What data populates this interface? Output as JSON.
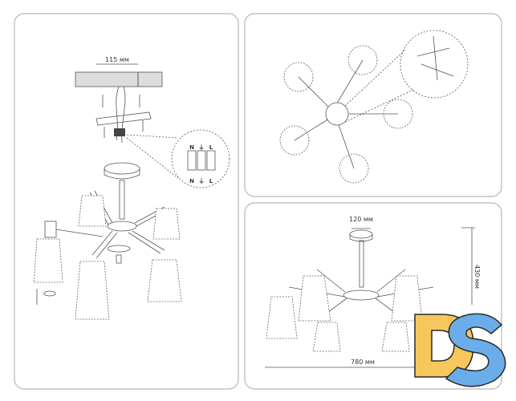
{
  "dimensions": {
    "ceiling_plate_width": "115 мм",
    "canopy_width": "120 мм",
    "total_width": "780 мм",
    "total_height": "430 мм"
  },
  "wiring": {
    "top_labels": [
      "N",
      "⏚",
      "L"
    ],
    "bottom_labels": [
      "N",
      "⏚",
      "L"
    ]
  },
  "logo": {
    "text": "DS",
    "colors": {
      "d": "#f6c75c",
      "s": "#6badea",
      "outline": "#2a2a2a"
    }
  }
}
